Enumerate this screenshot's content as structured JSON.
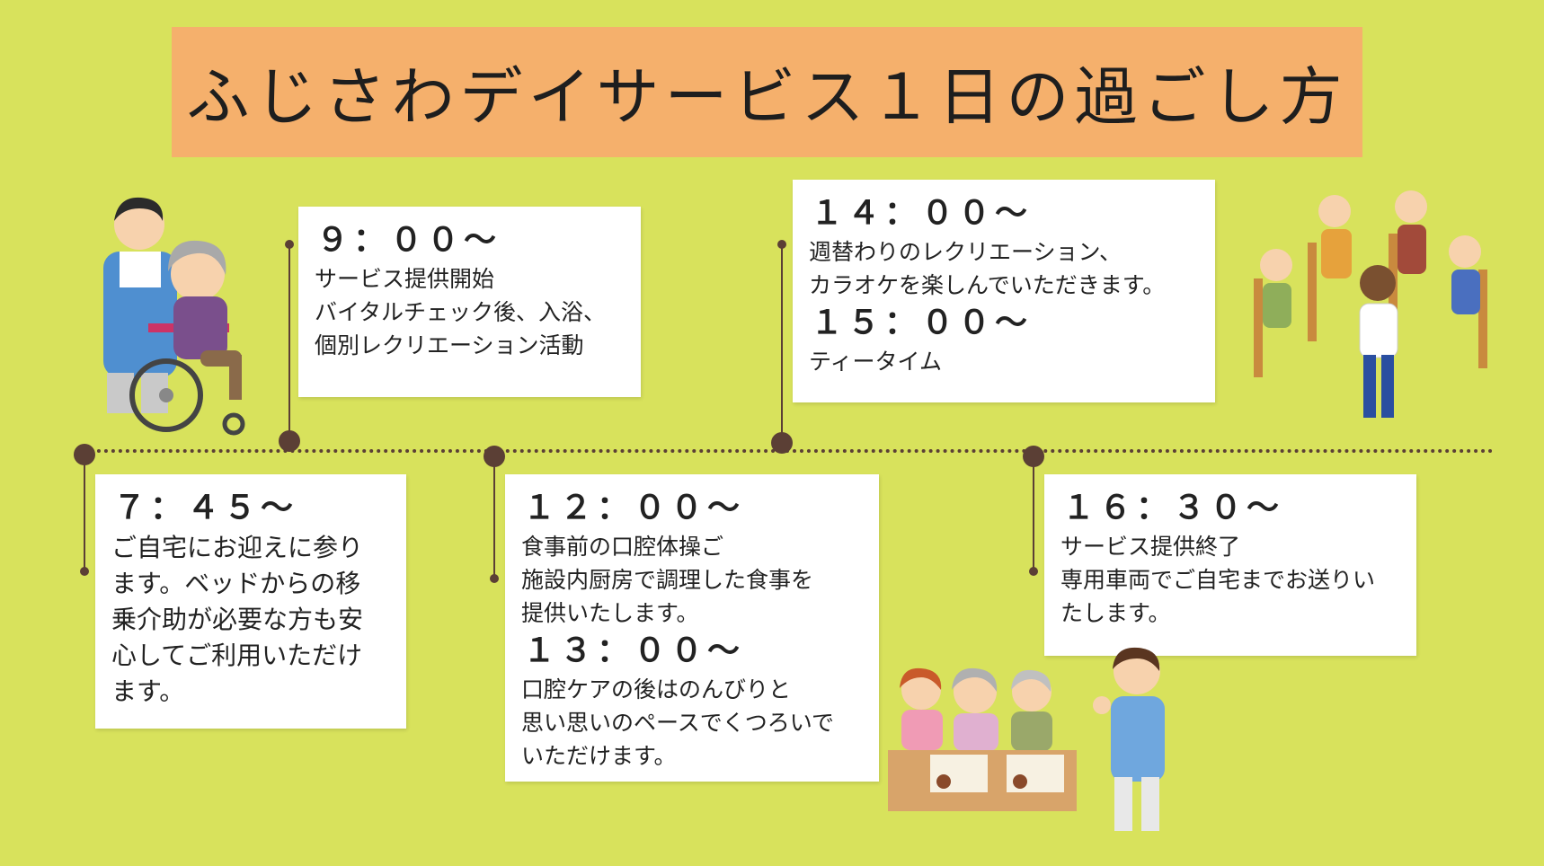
{
  "title": "ふじさわデイサービス１日の過ごし方",
  "schedule": [
    {
      "time": "７：４５〜",
      "lines": "ご自宅にお迎えに参り\nます。ベッドからの移\n乗介助が必要な方も安\n心してご利用いただけ\nます。"
    },
    {
      "time": "９：００〜",
      "lines": "サービス提供開始\nバイタルチェック後、入浴、\n個別レクリエーション活動"
    },
    {
      "time": "１２：００〜",
      "lines": "食事前の口腔体操ご\n施設内厨房で調理した食事を\n提供いたします。"
    },
    {
      "time": "１３：００〜",
      "lines": "口腔ケアの後はのんびりと\n思い思いのペースでくつろいで\nいただけます。"
    },
    {
      "time": "１４：００〜",
      "lines": "週替わりのレクリエーション、\nカラオケを楽しんでいただきます。"
    },
    {
      "time": "１５：００〜",
      "lines": "ティータイム"
    },
    {
      "time": "１６：３０〜",
      "lines": "サービス提供終了\n専用車両でご自宅までお送りい\nたします。"
    }
  ],
  "colors": {
    "background": "#d8e25c",
    "title_bar": "#f5b06c",
    "timeline": "#5b3f35",
    "card": "#ffffff"
  },
  "illustrations": [
    "caregiver-wheelchair-illustration",
    "exercise-group-illustration",
    "meal-group-illustration",
    "staff-thumbs-up-illustration"
  ]
}
